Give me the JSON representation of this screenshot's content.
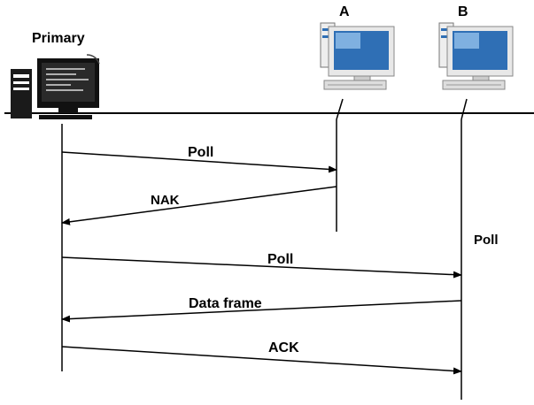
{
  "nodes": {
    "primary": {
      "label": "Primary",
      "icon": "desktop-computer-icon"
    },
    "a": {
      "label": "A",
      "icon": "desktop-computer-icon"
    },
    "b": {
      "label": "B",
      "icon": "desktop-computer-icon"
    }
  },
  "messages": [
    {
      "from": "Primary",
      "to": "A",
      "label": "Poll"
    },
    {
      "from": "A",
      "to": "Primary",
      "label": "NAK"
    },
    {
      "from": "Primary",
      "to": "B",
      "label": "Poll"
    },
    {
      "from": "B",
      "to": "Primary",
      "label": "Data frame"
    },
    {
      "from": "Primary",
      "to": "B",
      "label": "ACK"
    }
  ],
  "side_note": "Poll",
  "colors": {
    "line": "#000000",
    "screen": "#2f6fb5",
    "case": "#e8e8e8",
    "primary_screen": "#111111",
    "primary_case": "#1a1a1a"
  }
}
